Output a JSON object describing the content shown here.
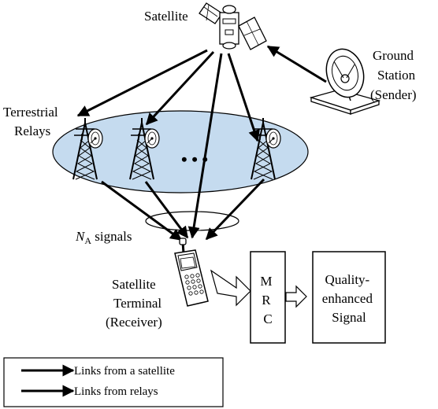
{
  "labels": {
    "satellite": "Satellite",
    "ground_station": [
      "Ground",
      "Station",
      "(Sender)"
    ],
    "terrestrial_relays": [
      "Terrestrial",
      "Relays"
    ],
    "ellipsis": "• • •",
    "na_symbol": "N",
    "na_subscript": "A",
    "na_text": " signals",
    "satellite_terminal": [
      "Satellite",
      "Terminal",
      "(Receiver)"
    ],
    "mrc": [
      "M",
      "R",
      "C"
    ],
    "quality_signal": [
      "Quality-",
      "enhanced",
      "Signal"
    ]
  },
  "legend": {
    "satellite_links": "Links from a satellite",
    "relay_links": "Links from relays"
  },
  "colors": {
    "relay_area_fill": "#c5dbef",
    "line": "#000000"
  }
}
